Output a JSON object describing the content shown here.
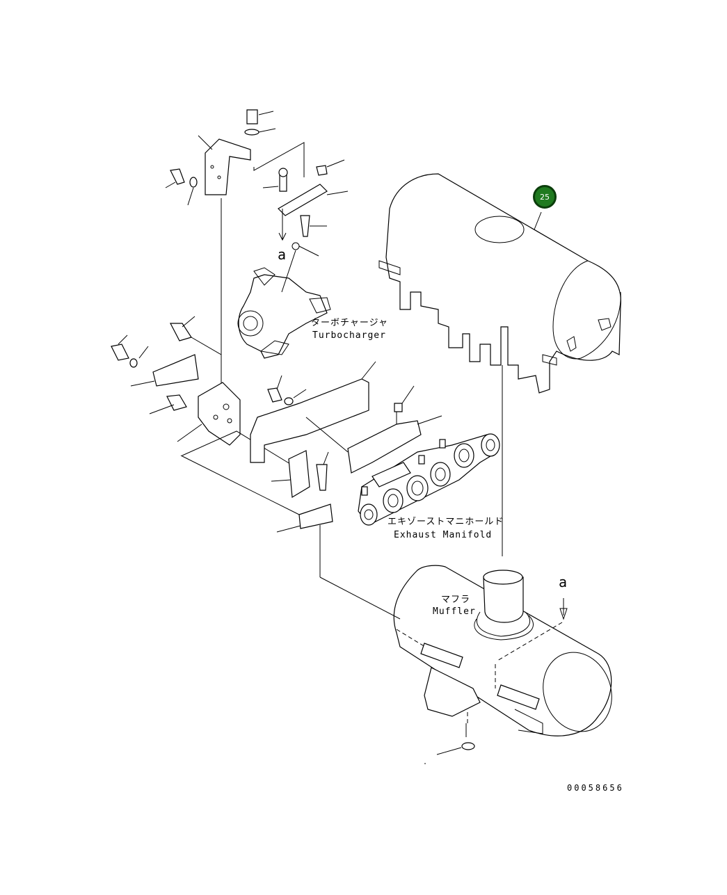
{
  "callouts": [
    {
      "number": "25"
    }
  ],
  "labels": {
    "turbocharger_jp": "ターボチャージャ",
    "turbocharger_en": "Turbocharger",
    "exhaust_manifold_jp": "エキゾーストマニホールド",
    "exhaust_manifold_en": "Exhaust Manifold",
    "muffler_jp": "マフラ",
    "muffler_en": "Muffler",
    "view_letter_top": "a",
    "view_letter_right": "a",
    "drawing_number": "00058656"
  }
}
